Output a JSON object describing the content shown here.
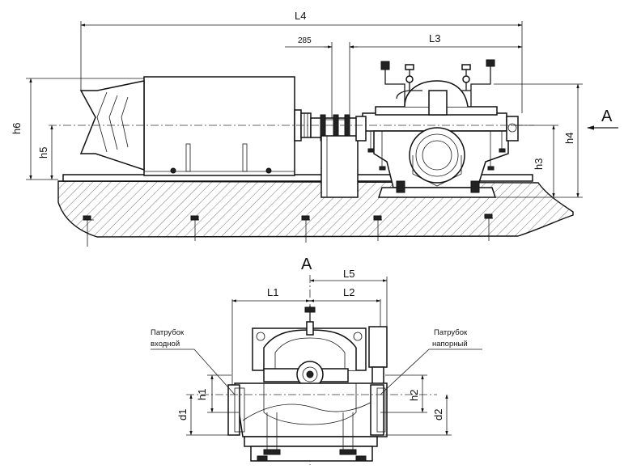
{
  "dimensions": {
    "L4": "L4",
    "L3": "L3",
    "L1": "L1",
    "L2": "L2",
    "L5": "L5",
    "d285": "285",
    "h6": "h6",
    "h5": "h5",
    "h4": "h4",
    "h3": "h3",
    "h1": "h1",
    "h2": "h2",
    "d1": "d1",
    "d2": "d2"
  },
  "view_marks": {
    "arrow_label": "A",
    "section_label": "A"
  },
  "notes": {
    "inlet_line1": "Патрубок",
    "inlet_line2": "входной",
    "outlet_line1": "Патрубок",
    "outlet_line2": "напорный"
  }
}
